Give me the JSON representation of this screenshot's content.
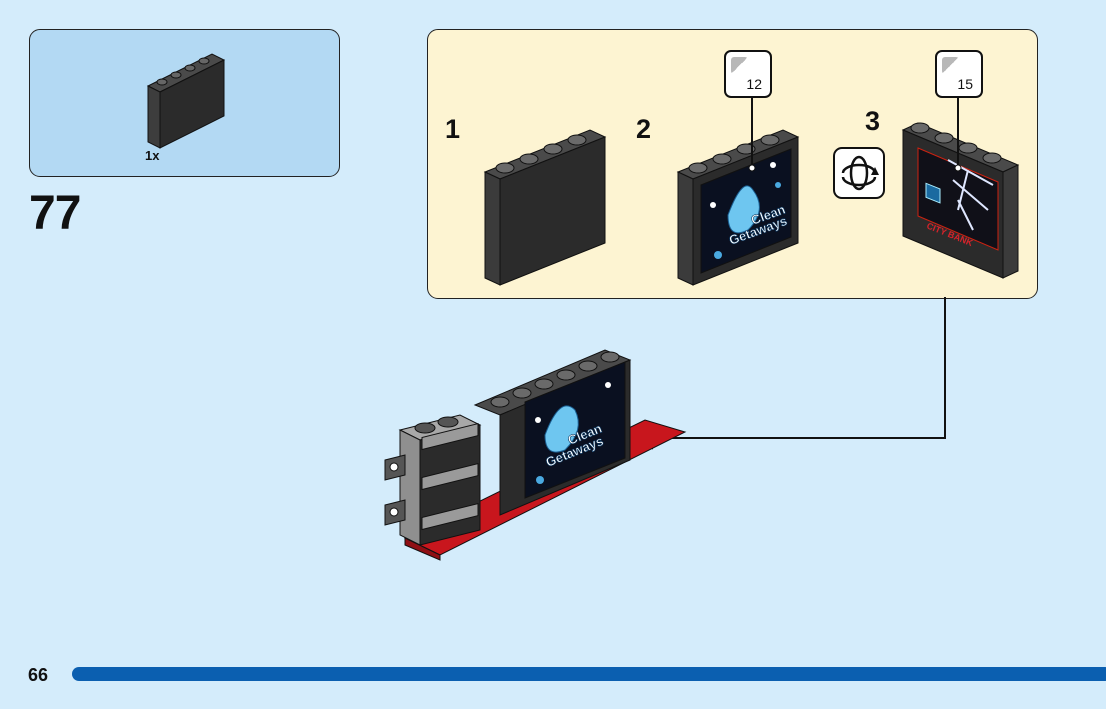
{
  "parts_list": {
    "items": [
      {
        "quantity": "1x",
        "icon": "black-panel-1x4x3-icon"
      }
    ]
  },
  "step": {
    "number": "77"
  },
  "substeps": [
    {
      "label": "1",
      "icon": "black-panel-icon"
    },
    {
      "label": "2",
      "icon": "panel-clean-getaways-icon",
      "sticker_number": "12"
    },
    {
      "label": "3",
      "icon": "panel-city-bank-icon",
      "sticker_number": "15",
      "rotate_icon": "rotate-model-icon"
    }
  ],
  "sticker_text": {
    "clean_getaways_line1": "Clean",
    "clean_getaways_line2": "Getaways",
    "city_bank": "CITY BANK"
  },
  "page": {
    "number": "66"
  },
  "colors": {
    "background": "#d4ecfb",
    "parts_box": "#b3d9f3",
    "substep_box": "#fdf4d2",
    "progress_bar": "#0b5fb0",
    "brick_black": "#2b2b2b",
    "brick_red": "#c8161d",
    "brick_gray": "#8f8f8f"
  }
}
